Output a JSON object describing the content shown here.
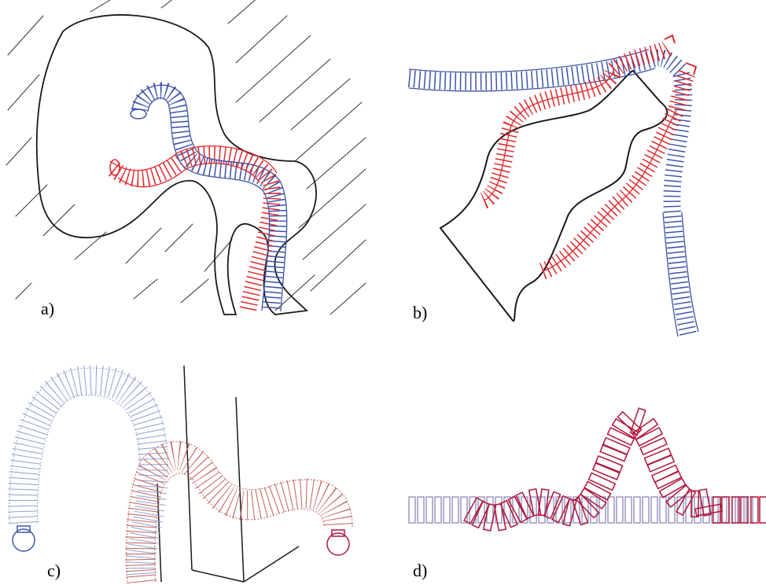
{
  "panels": {
    "a": {
      "label": "a)"
    },
    "b": {
      "label": "b)"
    },
    "c": {
      "label": "c)"
    },
    "d": {
      "label": "d)"
    }
  },
  "colors": {
    "ink": "#1a1a1a",
    "blue": "#3d54a8",
    "red": "#e0282c",
    "purple": "#7a3a8a",
    "light_blue": "#8ea0cf",
    "light_red": "#c2625c",
    "crimson": "#b0163a",
    "lavender": "#9a98c4"
  }
}
